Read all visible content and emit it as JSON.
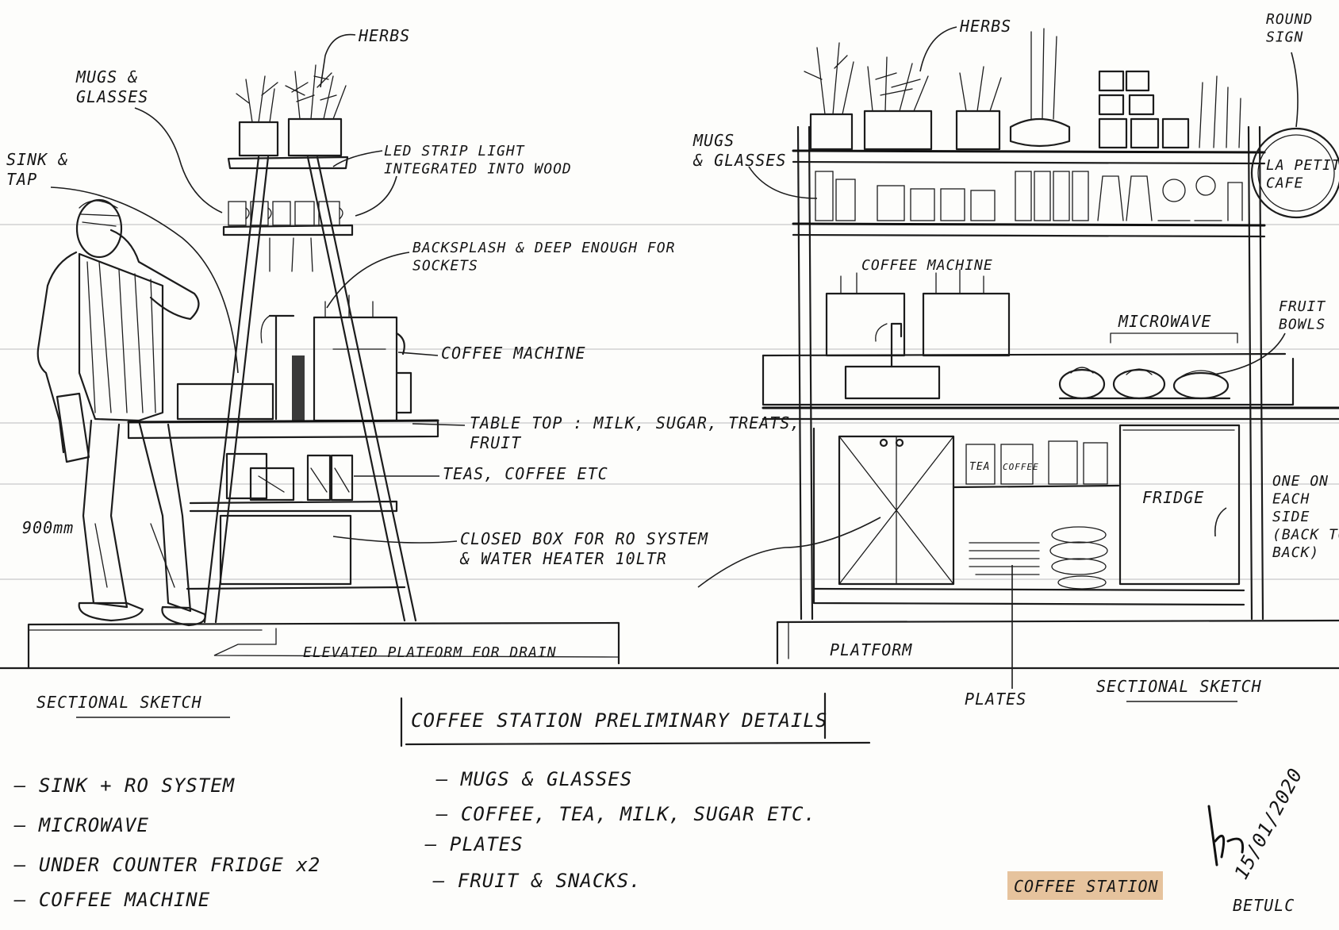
{
  "left_sketch": {
    "labels": {
      "herbs": "HERBS",
      "mugs": "MUGS &\nGLASSES",
      "sink": "SINK &\nTAP",
      "led": "LED STRIP LIGHT\nINTEGRATED INTO WOOD",
      "backsplash": "BACKSPLASH & DEEP ENOUGH FOR\nSOCKETS",
      "coffee_machine": "COFFEE MACHINE",
      "table_top": "TABLE TOP : MILK, SUGAR, TREATS,\nFRUIT",
      "teas": "TEAS, COFFEE ETC",
      "closed_box": "CLOSED BOX FOR RO SYSTEM\n& WATER HEATER 10LTR",
      "height": "900mm",
      "platform": "ELEVATED PLATFORM FOR DRAIN"
    },
    "caption": "SECTIONAL SKETCH"
  },
  "right_sketch": {
    "labels": {
      "herbs": "HERBS",
      "round_sign": "ROUND\nSIGN",
      "mugs": "MUGS\n& GLASSES",
      "coffee_machine": "COFFEE MACHINE",
      "microwave": "MICROWAVE",
      "fruit_bowls": "FRUIT\nBOWLS",
      "fridge": "FRIDGE",
      "one_each_side": "ONE ON\nEACH\nSIDE\n(BACK TO\nBACK)",
      "platform": "PLATFORM",
      "plates": "PLATES",
      "sign_text": "LA PETIT\nCAFE",
      "jar_tea": "TEA",
      "jar_coffee": "COFFEE"
    },
    "caption": "SECTIONAL SKETCH"
  },
  "title": "COFFEE STATION PRELIMINARY DETAILS",
  "notes_left": [
    "– SINK + RO SYSTEM",
    "– MICROWAVE",
    "– UNDER COUNTER FRIDGE x2",
    "– COFFEE MACHINE"
  ],
  "notes_right": [
    "– MUGS & GLASSES",
    "– COFFEE, TEA, MILK, SUGAR ETC.",
    "– PLATES",
    "– FRUIT & SNACKS."
  ],
  "stamp": "COFFEE STATION",
  "signoff": {
    "initials": "BC",
    "date": "15/01/2020",
    "name": "BETULC"
  }
}
